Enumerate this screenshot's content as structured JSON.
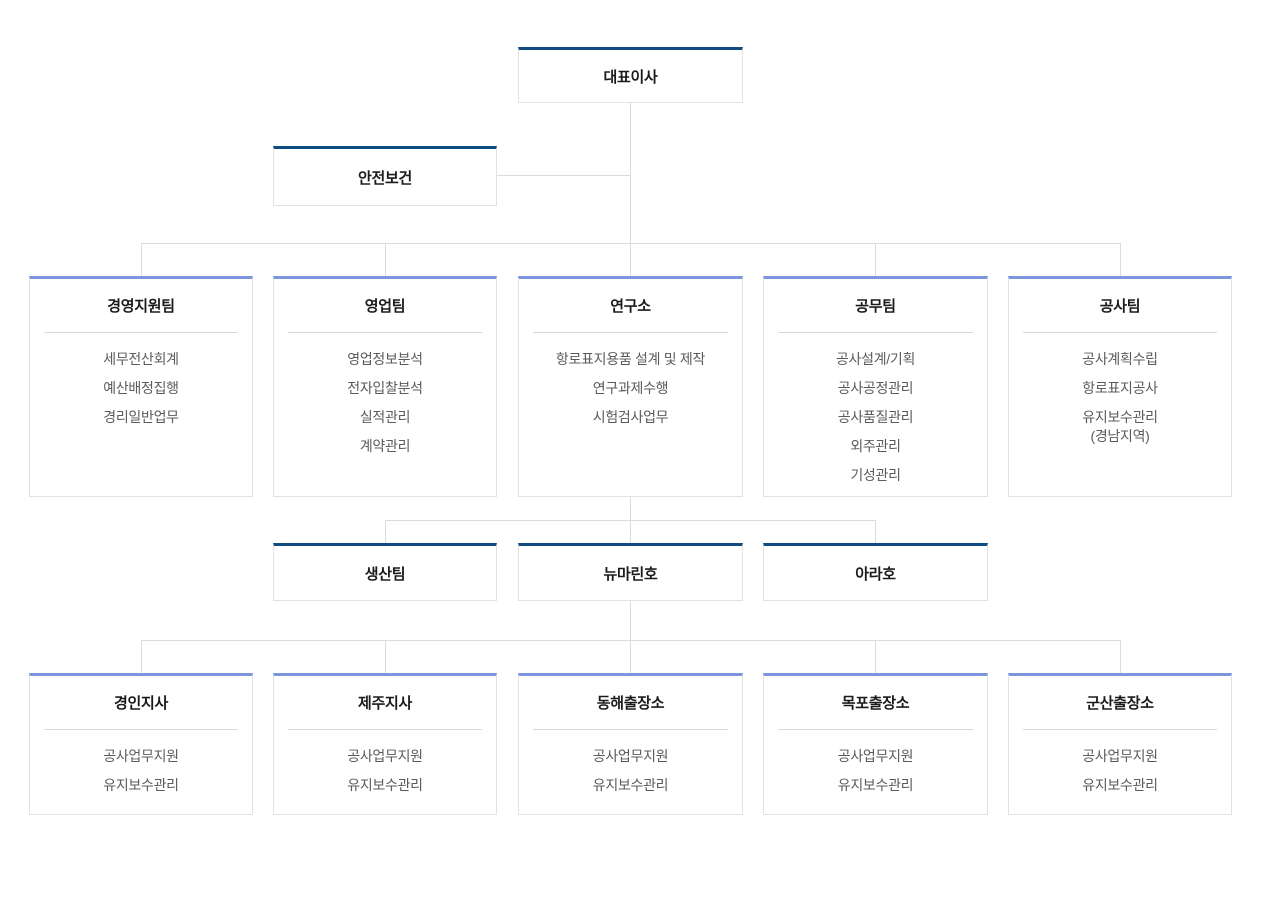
{
  "colors": {
    "accent_dark": "#0f4c81",
    "accent_light": "#7d95dd",
    "box_border": "#e2e2e2",
    "connector": "#dcdcdc",
    "divider": "#d9d9d9",
    "title_text": "#1b1b1b",
    "item_text": "#5b5b5b",
    "background": "#ffffff"
  },
  "org": {
    "ceo": {
      "title": "대표이사"
    },
    "safety": {
      "title": "안전보건"
    },
    "departments": [
      {
        "title": "경영지원팀",
        "items": [
          "세무전산회계",
          "예산배정집행",
          "경리일반업무"
        ]
      },
      {
        "title": "영업팀",
        "items": [
          "영업정보분석",
          "전자입찰분석",
          "실적관리",
          "계약관리"
        ]
      },
      {
        "title": "연구소",
        "items": [
          "항로표지용품 설계 및 제작",
          "연구과제수행",
          "시험검사업무"
        ]
      },
      {
        "title": "공무팀",
        "items": [
          "공사설계/기획",
          "공사공정관리",
          "공사품질관리",
          "외주관리",
          "기성관리"
        ]
      },
      {
        "title": "공사팀",
        "items": [
          "공사계획수립",
          "항로표지공사",
          "유지보수관리\n(경남지역)"
        ]
      }
    ],
    "vessels": [
      {
        "title": "생산팀"
      },
      {
        "title": "뉴마린호"
      },
      {
        "title": "아라호"
      }
    ],
    "branches": [
      {
        "title": "경인지사",
        "items": [
          "공사업무지원",
          "유지보수관리"
        ]
      },
      {
        "title": "제주지사",
        "items": [
          "공사업무지원",
          "유지보수관리"
        ]
      },
      {
        "title": "동해출장소",
        "items": [
          "공사업무지원",
          "유지보수관리"
        ]
      },
      {
        "title": "목포출장소",
        "items": [
          "공사업무지원",
          "유지보수관리"
        ]
      },
      {
        "title": "군산출장소",
        "items": [
          "공사업무지원",
          "유지보수관리"
        ]
      }
    ]
  }
}
